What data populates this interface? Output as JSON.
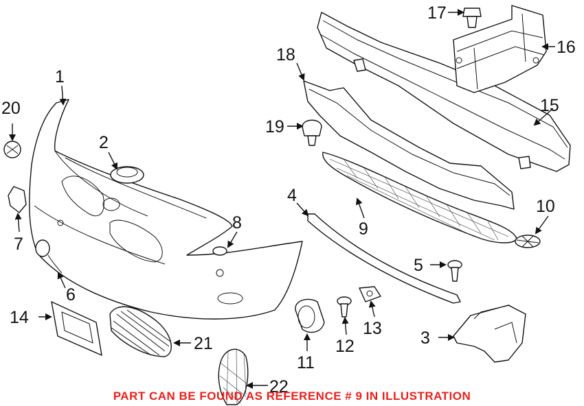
{
  "labels": {
    "l1": "1",
    "l2": "2",
    "l3": "3",
    "l4": "4",
    "l5": "5",
    "l6": "6",
    "l7": "7",
    "l8": "8",
    "l9": "9",
    "l10": "10",
    "l11": "11",
    "l12": "12",
    "l13": "13",
    "l14": "14",
    "l15": "15",
    "l16": "16",
    "l17": "17",
    "l18": "18",
    "l19": "19",
    "l20": "20",
    "l21": "21",
    "l22": "22"
  },
  "note": "PART CAN BE FOUND AS REFERENCE # 9 IN ILLUSTRATION",
  "colors": {
    "note": "#e8201c",
    "line": "#111111"
  }
}
